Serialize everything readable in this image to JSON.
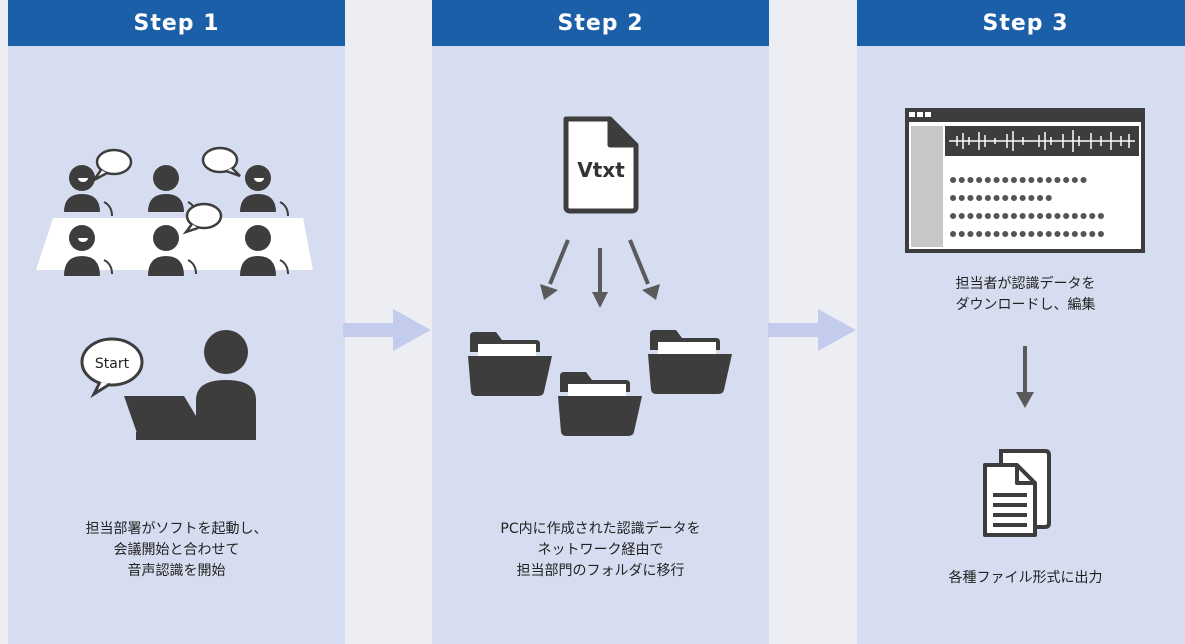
{
  "colors": {
    "header_bg": "#1a5fa8",
    "panel_bg": "#d7ddf0",
    "page_bg": "#eceef3",
    "icon_dark": "#3d3d3d",
    "connector_arrow": "#c4ccee"
  },
  "steps": [
    {
      "title": "Step 1",
      "icons": [
        "meeting-people-icon",
        "speech-bubble-icon",
        "laptop-user-icon"
      ],
      "bubble_text": "Start",
      "caption": [
        "担当部署がソフトを起動し、",
        "会議開始と合わせて",
        "音声認識を開始"
      ]
    },
    {
      "title": "Step 2",
      "icons": [
        "vtxt-file-icon",
        "arrow-icon",
        "folder-icon"
      ],
      "file_label": "Vtxt",
      "caption": [
        "PC内に作成された認識データを",
        "ネットワーク経由で",
        "担当部門のフォルダに移行"
      ]
    },
    {
      "title": "Step 3",
      "icons": [
        "editor-window-icon",
        "waveform-icon",
        "arrow-down-icon",
        "document-stack-icon"
      ],
      "caption_top": [
        "担当者が認識データを",
        "ダウンロードし、編集"
      ],
      "caption_bottom": [
        "各種ファイル形式に出力"
      ]
    }
  ]
}
